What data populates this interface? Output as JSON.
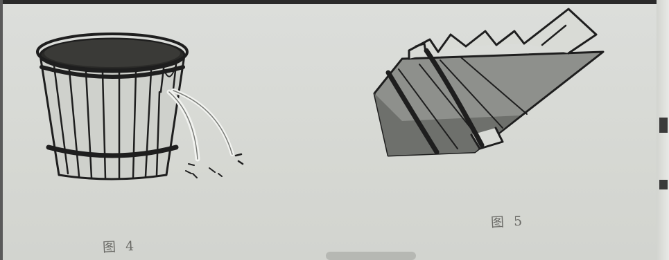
{
  "figures": [
    {
      "caption": "图 4",
      "depicts": "leaking-wooden-bucket"
    },
    {
      "caption": "图 5",
      "depicts": "tilted-bucket-with-staves"
    }
  ],
  "colors": {
    "background": "#d9dbd6",
    "ink": "#1e1e1e",
    "caption": "#6a6a66",
    "bucket_shade": "#8e908c"
  }
}
